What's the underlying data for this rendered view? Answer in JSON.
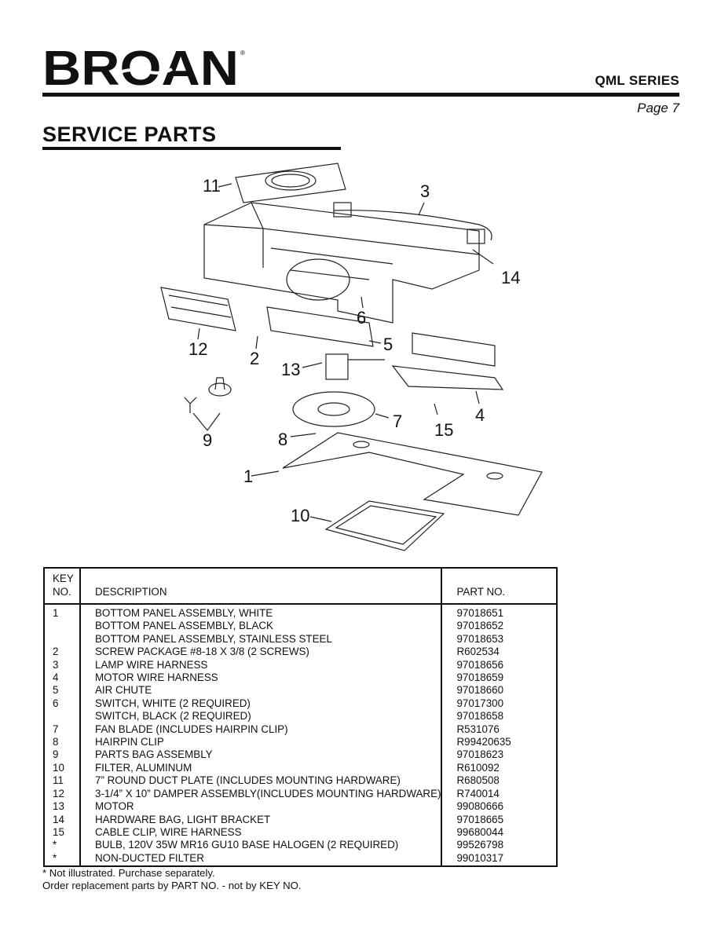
{
  "header": {
    "brand": "BROAN",
    "series": "QML SERIES",
    "page": "Page 7"
  },
  "section_title": "SERVICE PARTS",
  "diagram": {
    "callouts": [
      "1",
      "2",
      "3",
      "4",
      "5",
      "6",
      "7",
      "8",
      "9",
      "10",
      "11",
      "12",
      "13",
      "14",
      "15"
    ]
  },
  "table": {
    "headers": {
      "key_line1": "KEY",
      "key_line2": "NO.",
      "description": "DESCRIPTION",
      "part_no": "PART NO."
    },
    "rows": [
      {
        "key": "1",
        "description": "BOTTOM PANEL ASSEMBLY, WHITE",
        "part": "97018651"
      },
      {
        "key": "",
        "description": "BOTTOM PANEL ASSEMBLY, BLACK",
        "part": "97018652"
      },
      {
        "key": "",
        "description": "BOTTOM PANEL ASSEMBLY, STAINLESS STEEL",
        "part": "97018653"
      },
      {
        "key": "2",
        "description": "SCREW PACKAGE #8-18 X 3/8 (2 SCREWS)",
        "part": "R602534"
      },
      {
        "key": "3",
        "description": "LAMP WIRE HARNESS",
        "part": "97018656"
      },
      {
        "key": "4",
        "description": "MOTOR WIRE HARNESS",
        "part": "97018659"
      },
      {
        "key": "5",
        "description": "AIR CHUTE",
        "part": "97018660"
      },
      {
        "key": "6",
        "description": "SWITCH, WHITE (2 REQUIRED)",
        "part": "97017300"
      },
      {
        "key": "",
        "description": "SWITCH, BLACK (2 REQUIRED)",
        "part": "97018658"
      },
      {
        "key": "7",
        "description": "FAN BLADE (INCLUDES HAIRPIN CLIP)",
        "part": "R531076"
      },
      {
        "key": "8",
        "description": "HAIRPIN CLIP",
        "part": "R99420635"
      },
      {
        "key": "9",
        "description": "PARTS BAG ASSEMBLY",
        "part": "97018623"
      },
      {
        "key": "10",
        "description": "FILTER, ALUMINUM",
        "part": "R610092"
      },
      {
        "key": "11",
        "description": "7” ROUND DUCT PLATE (INCLUDES MOUNTING HARDWARE)",
        "part": "R680508"
      },
      {
        "key": "12",
        "description": "3-1/4” X 10” DAMPER ASSEMBLY(INCLUDES MOUNTING HARDWARE)",
        "part": "R740014"
      },
      {
        "key": "13",
        "description": "MOTOR",
        "part": "99080666"
      },
      {
        "key": "14",
        "description": "HARDWARE BAG, LIGHT BRACKET",
        "part": "97018665"
      },
      {
        "key": "15",
        "description": "CABLE CLIP, WIRE HARNESS",
        "part": "99680044"
      },
      {
        "key": "*",
        "description": "BULB, 120V 35W MR16 GU10 BASE HALOGEN (2 REQUIRED)",
        "part": "99526798"
      },
      {
        "key": "*",
        "description": "NON-DUCTED FILTER",
        "part": "99010317"
      }
    ]
  },
  "notes": {
    "line1": "*  Not illustrated. Purchase separately.",
    "line2": "Order replacement parts by PART NO. - not by KEY NO."
  }
}
